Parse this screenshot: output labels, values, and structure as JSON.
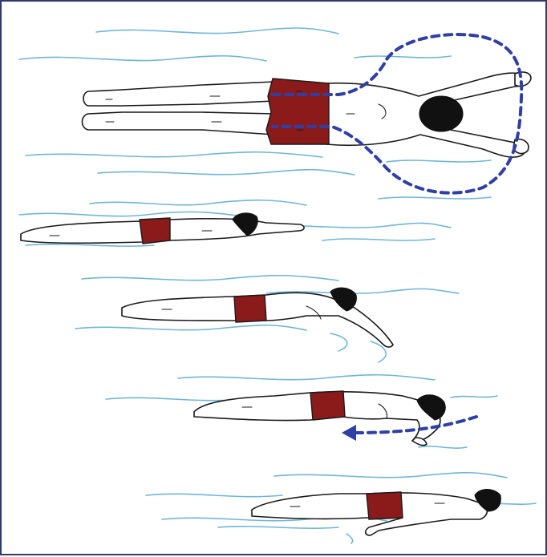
{
  "figure": {
    "colors": {
      "outline": "#1a1a1a",
      "trunks": "#8b1a1a",
      "water": "#6fb6d8",
      "stroke_path": "#2f3fa8",
      "frame": "#2e3a6e"
    },
    "panels": [
      "swimmer-top-view-with-arm-stroke-path",
      "swimmer-glide-arms-extended",
      "swimmer-catch-arms-angled-down",
      "swimmer-pull-with-arrow",
      "swimmer-recovery-arms-at-sides"
    ]
  }
}
